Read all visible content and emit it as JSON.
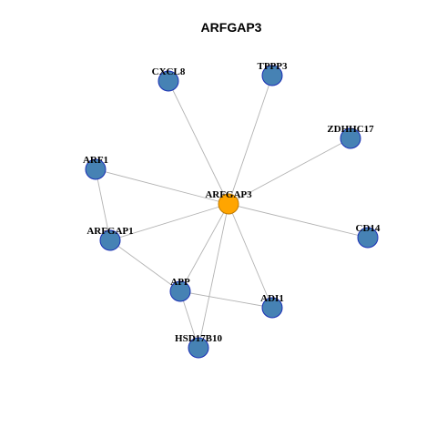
{
  "title": "ARFGAP3",
  "colors": {
    "background": "#ffffff",
    "center_node_fill": "#ffa500",
    "center_node_stroke": "#c07a00",
    "node_fill": "#4682b4",
    "node_stroke": "#1a2fb5",
    "edge": "#b3b3b3"
  },
  "center": "ARFGAP3",
  "nodes": [
    {
      "id": "ARFGAP3",
      "label": "ARFGAP3",
      "type": "center"
    },
    {
      "id": "CXCL8",
      "label": "CXCL8",
      "type": "neighbor"
    },
    {
      "id": "TPPP3",
      "label": "TPPP3",
      "type": "neighbor"
    },
    {
      "id": "ZDHHC17",
      "label": "ZDHHC17",
      "type": "neighbor"
    },
    {
      "id": "ARF1",
      "label": "ARF1",
      "type": "neighbor"
    },
    {
      "id": "ARFGAP1",
      "label": "ARFGAP1",
      "type": "neighbor"
    },
    {
      "id": "CD14",
      "label": "CD14",
      "type": "neighbor"
    },
    {
      "id": "APP",
      "label": "APP",
      "type": "neighbor"
    },
    {
      "id": "ADI1",
      "label": "ADI1",
      "type": "neighbor"
    },
    {
      "id": "HSD17B10",
      "label": "HSD17B10",
      "type": "neighbor"
    }
  ],
  "edges": [
    [
      "ARFGAP3",
      "CXCL8"
    ],
    [
      "ARFGAP3",
      "TPPP3"
    ],
    [
      "ARFGAP3",
      "ZDHHC17"
    ],
    [
      "ARFGAP3",
      "ARF1"
    ],
    [
      "ARFGAP3",
      "ARFGAP1"
    ],
    [
      "ARFGAP3",
      "CD14"
    ],
    [
      "ARFGAP3",
      "APP"
    ],
    [
      "ARFGAP3",
      "ADI1"
    ],
    [
      "ARFGAP3",
      "HSD17B10"
    ],
    [
      "ARF1",
      "ARFGAP1"
    ],
    [
      "ARFGAP1",
      "APP"
    ],
    [
      "APP",
      "ADI1"
    ],
    [
      "APP",
      "HSD17B10"
    ]
  ]
}
